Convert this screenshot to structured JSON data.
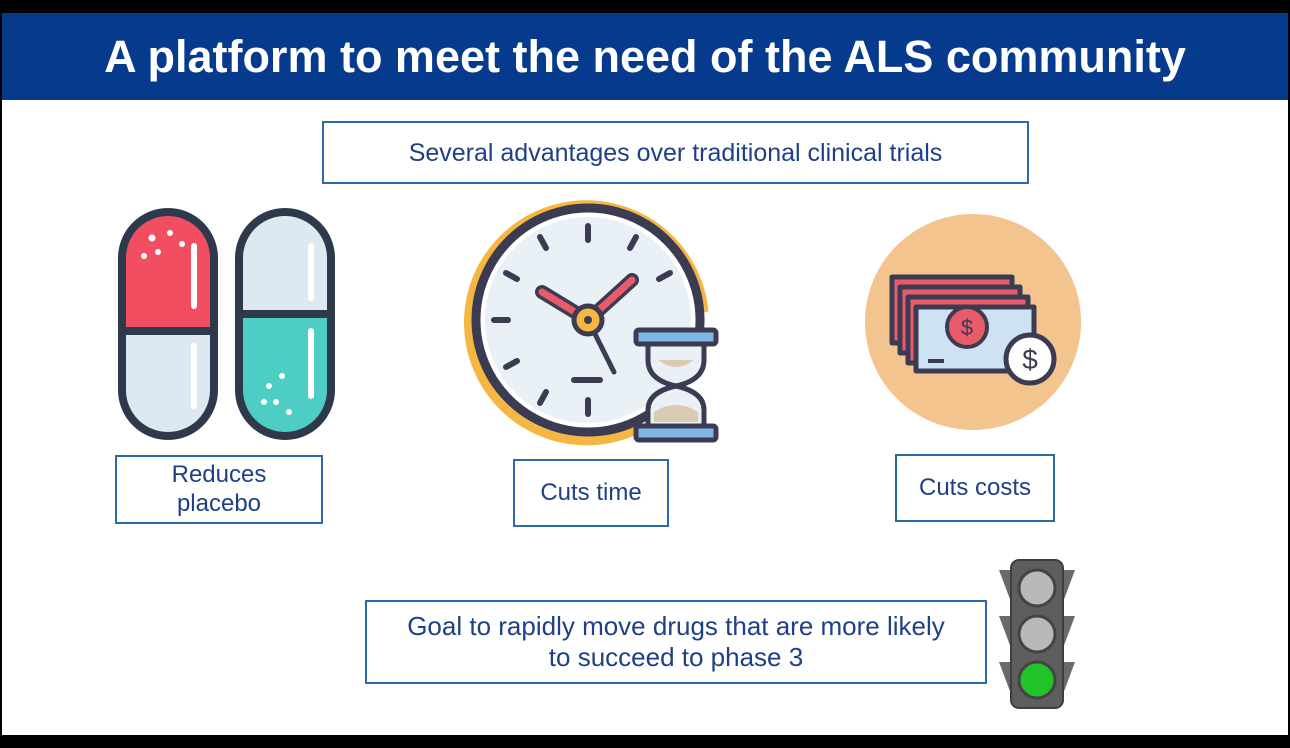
{
  "slide": {
    "title": "A platform to meet the need of the ALS community",
    "subtitle": "Several advantages over traditional clinical trials",
    "items": [
      {
        "label": "Reduces placebo",
        "icon": "capsules-icon"
      },
      {
        "label": "Cuts time",
        "icon": "clock-hourglass-icon"
      },
      {
        "label": "Cuts costs",
        "icon": "money-icon"
      }
    ],
    "goal": "Goal to rapidly move drugs that are more likely to succeed to phase 3",
    "goal_icon": "traffic-light-icon"
  },
  "colors": {
    "title_bar": "#063a8c",
    "box_border": "#2a6aa8",
    "text": "#1f3f86",
    "traffic_green": "#22c42a"
  }
}
